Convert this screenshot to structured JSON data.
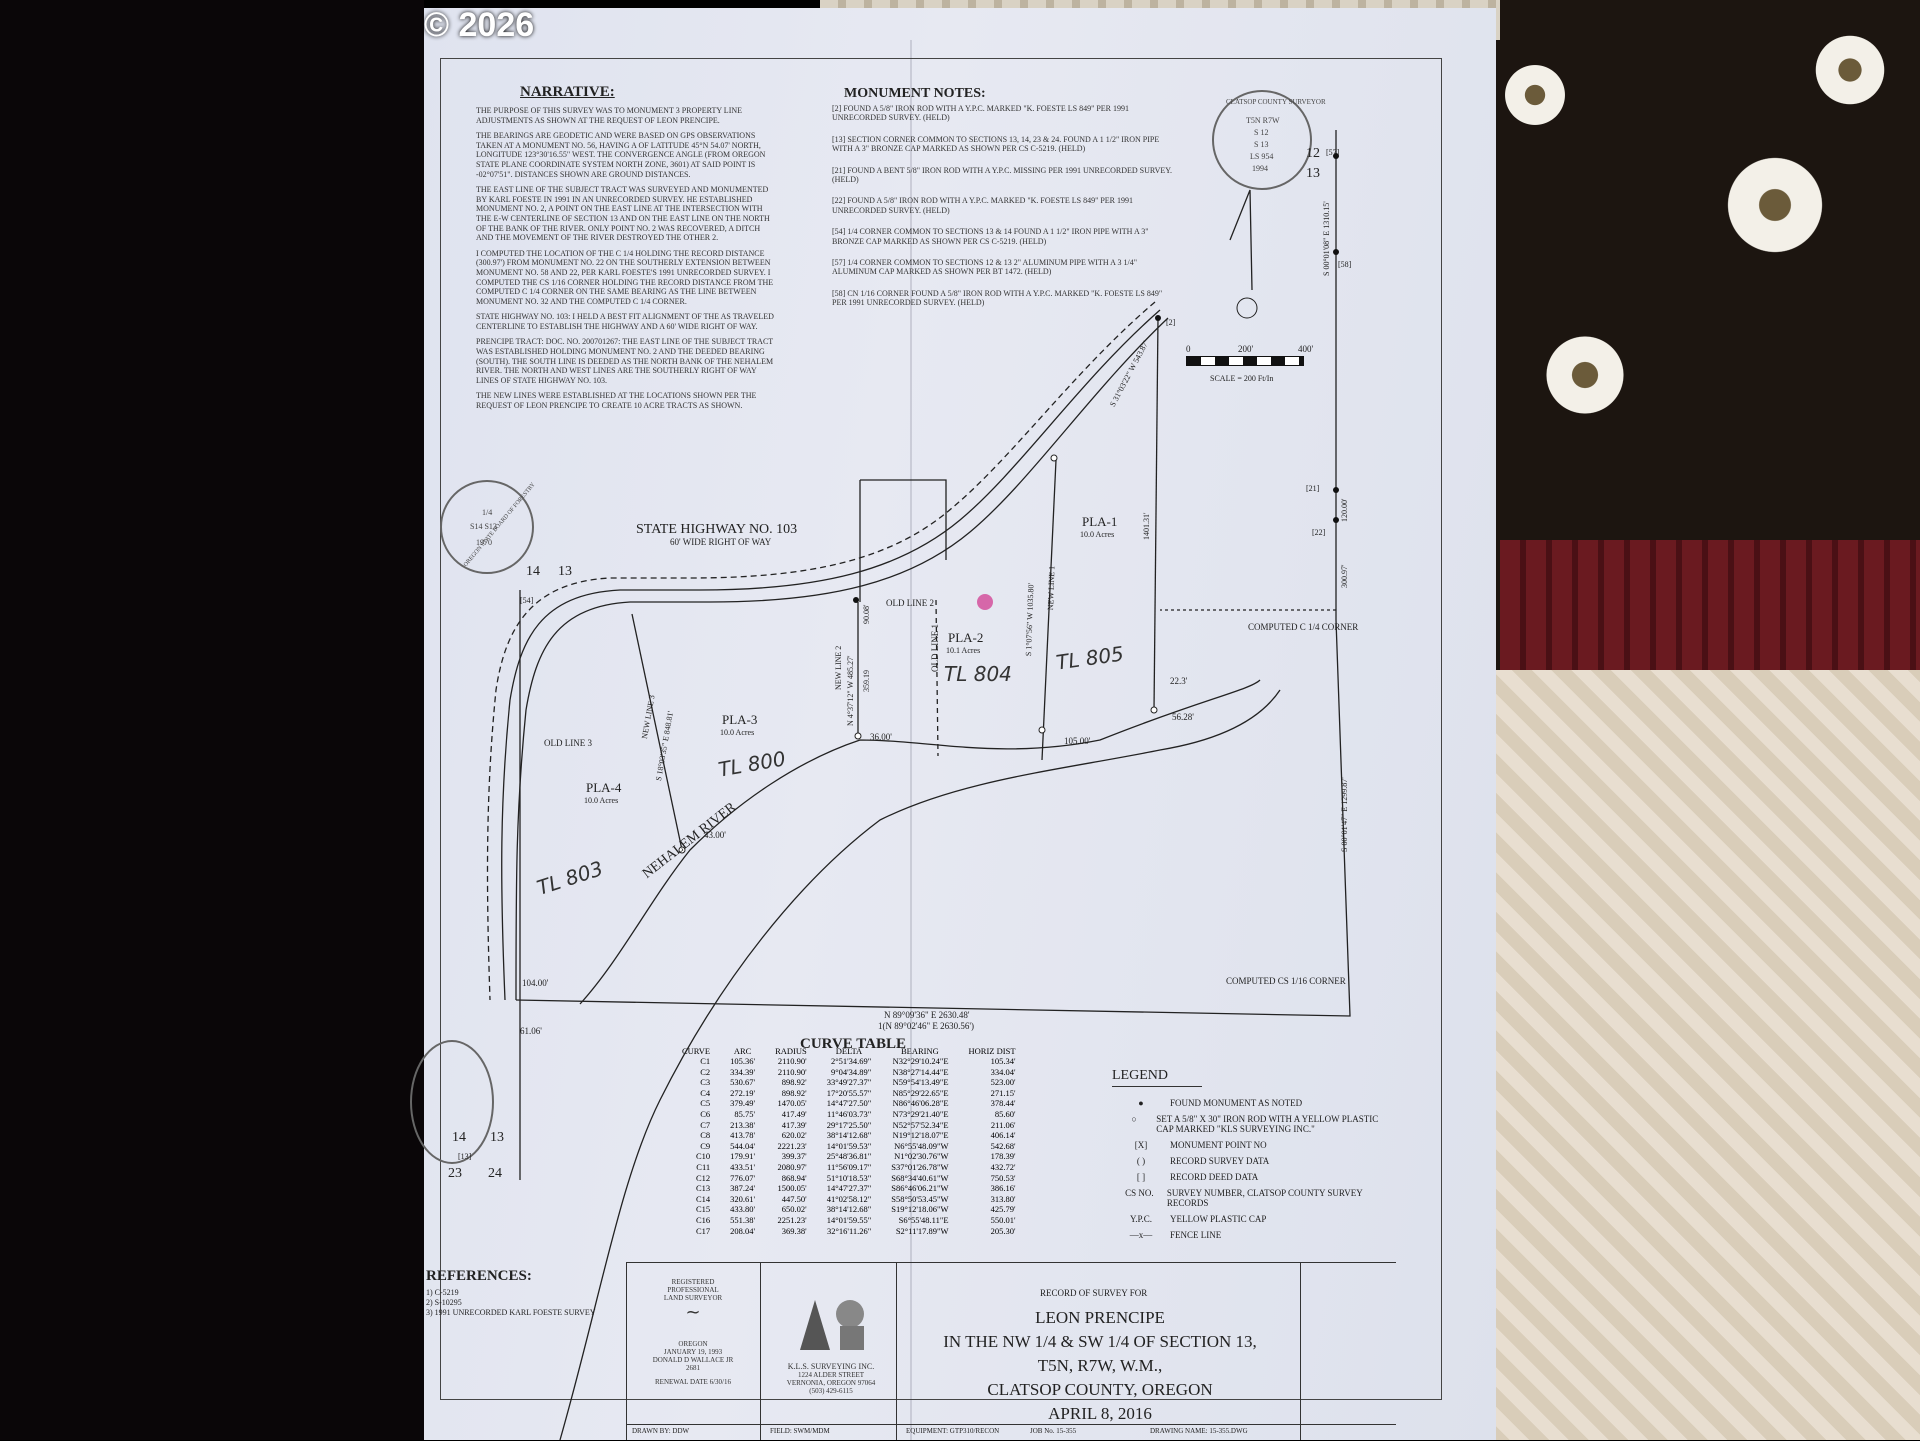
{
  "watermark": "© 2026",
  "narrative": {
    "title": "NARRATIVE:",
    "paragraphs": [
      "THE PURPOSE OF THIS SURVEY WAS TO MONUMENT 3 PROPERTY LINE ADJUSTMENTS AS SHOWN AT THE REQUEST OF LEON PRENCIPE.",
      "THE BEARINGS ARE GEODETIC AND WERE BASED ON GPS OBSERVATIONS TAKEN AT A MONUMENT NO. 56, HAVING A OF LATITUDE 45°N 54.07' NORTH, LONGITUDE 123°30'16.55\" WEST. THE CONVERGENCE ANGLE (FROM OREGON STATE PLANE COORDINATE SYSTEM NORTH ZONE, 3601) AT SAID POINT IS -02°07'51\". DISTANCES SHOWN ARE GROUND DISTANCES.",
      "THE EAST LINE OF THE SUBJECT TRACT WAS SURVEYED AND MONUMENTED BY KARL FOESTE IN 1991 IN AN UNRECORDED SURVEY. HE ESTABLISHED MONUMENT NO. 2, A POINT ON THE EAST LINE AT THE INTERSECTION WITH THE E-W CENTERLINE OF SECTION 13 AND ON THE EAST LINE ON THE NORTH OF THE BANK OF THE RIVER. ONLY POINT NO. 2 WAS RECOVERED, A DITCH AND THE MOVEMENT OF THE RIVER DESTROYED THE OTHER 2.",
      "I COMPUTED THE LOCATION OF THE C 1/4 HOLDING THE RECORD DISTANCE (300.97') FROM MONUMENT NO. 22 ON THE SOUTHERLY EXTENSION BETWEEN MONUMENT NO. 58 AND 22, PER KARL FOESTE'S 1991 UNRECORDED SURVEY. I COMPUTED THE CS 1/16 CORNER HOLDING THE RECORD DISTANCE FROM THE COMPUTED C 1/4 CORNER ON THE SAME BEARING AS THE LINE BETWEEN MONUMENT NO. 32 AND THE COMPUTED C 1/4 CORNER.",
      "STATE HIGHWAY NO. 103: I HELD A BEST FIT ALIGNMENT OF THE AS TRAVELED CENTERLINE TO ESTABLISH THE HIGHWAY AND A 60' WIDE RIGHT OF WAY.",
      "PRENCIPE TRACT: DOC. NO. 200701267: THE EAST LINE OF THE SUBJECT TRACT WAS ESTABLISHED HOLDING MONUMENT NO. 2 AND THE DEEDED BEARING (SOUTH). THE SOUTH LINE IS DEEDED AS THE NORTH BANK OF THE NEHALEM RIVER. THE NORTH AND WEST LINES ARE THE SOUTHERLY RIGHT OF WAY LINES OF STATE HIGHWAY NO. 103.",
      "THE NEW LINES WERE ESTABLISHED AT THE LOCATIONS SHOWN PER THE REQUEST OF LEON PRENCIPE TO CREATE 10 ACRE TRACTS AS SHOWN."
    ]
  },
  "monument_notes": {
    "title": "MONUMENT NOTES:",
    "items": [
      "[2] FOUND A 5/8\" IRON ROD WITH A Y.P.C. MARKED \"K. FOESTE LS 849\" PER 1991 UNRECORDED SURVEY. (HELD)",
      "[13] SECTION CORNER COMMON TO SECTIONS 13, 14, 23 & 24. FOUND A 1 1/2\" IRON PIPE WITH A 3\" BRONZE CAP MARKED AS SHOWN PER CS C-5219. (HELD)",
      "[21] FOUND A BENT 5/8\" IRON ROD WITH A Y.P.C. MISSING PER 1991 UNRECORDED SURVEY. (HELD)",
      "[22] FOUND A 5/8\" IRON ROD WITH A Y.P.C. MARKED \"K. FOESTE LS 849\" PER 1991 UNRECORDED SURVEY. (HELD)",
      "[54] 1/4 CORNER COMMON TO SECTIONS 13 & 14 FOUND A 1 1/2\" IRON PIPE WITH A 3\" BRONZE CAP MARKED AS SHOWN PER CS C-5219. (HELD)",
      "[57] 1/4 CORNER COMMON TO SECTIONS 12 & 13 2\" ALUMINUM PIPE WITH A 3 1/4\" ALUMINUM CAP MARKED AS SHOWN PER BT 1472. (HELD)",
      "[58] CN 1/16 CORNER FOUND A 5/8\" IRON ROD WITH A Y.P.C. MARKED \"K. FOESTE LS 849\" PER 1991 UNRECORDED SURVEY. (HELD)"
    ]
  },
  "map": {
    "highway_title": "STATE HIGHWAY NO. 103",
    "highway_sub": "60' WIDE RIGHT OF WAY",
    "river": "NEHALEM RIVER",
    "parcels": [
      {
        "name": "PLA-1",
        "acres": "10.0 Acres"
      },
      {
        "name": "PLA-2",
        "acres": "10.1 Acres"
      },
      {
        "name": "PLA-3",
        "acres": "10.0 Acres"
      },
      {
        "name": "PLA-4",
        "acres": "10.0 Acres"
      }
    ],
    "handwritten": [
      "TL 805",
      "TL 804",
      "TL 800",
      "TL 803"
    ],
    "labels": {
      "old_line_1": "OLD LINE 1",
      "old_line_2": "OLD LINE 2",
      "old_line_3": "OLD LINE 3",
      "new_line_1": "NEW LINE 1",
      "new_line_2": "NEW LINE 2",
      "new_line_3": "NEW LINE 3",
      "computed_c14": "COMPUTED C 1/4 CORNER",
      "computed_cs116": "COMPUTED CS 1/16 CORNER",
      "bottom_bearing": "N 89°09'36\" E 2630.48'",
      "bottom_bearing_record": "1(N 89°02'46\" E 2630.56')",
      "dist_36": "36.00'",
      "dist_105": "105.00'",
      "dist_56": "56.28'",
      "dist_22": "22.3'",
      "dist_43": "43.00'",
      "dist_104": "104.00'",
      "dist_61": "61.06'",
      "dist_90": "90.08'",
      "dist_359": "359.19",
      "dist_120": "120.00'",
      "dist_300": "300.97'",
      "dist_1401": "1401.31'",
      "new_line_1_bearing": "S 1°07'56\" W 1035.80'",
      "new_line_2_bearing": "N 4°37'12\" W 485.27'",
      "new_line_3_bearing": "S 18°03'35\" E 848.81'",
      "east_bearing_1": "S 00°01'08\" E 1310.15'",
      "east_bearing_2": "S 00°01'47\" E 1299.87'",
      "north_bearing": "S 31°03'22\" W 543.87'",
      "corner_12": "12",
      "corner_13a": "13",
      "corner_14": "14",
      "corner_13b": "13",
      "corner_14b": "14",
      "corner_13c": "13",
      "corner_23": "23",
      "corner_24": "24",
      "mon_57": "[57]",
      "mon_58": "[58]",
      "mon_21": "[21]",
      "mon_22": "[22]",
      "mon_2": "[2]",
      "mon_54": "[54]",
      "mon_13": "[13]"
    },
    "scale": {
      "zero": "0",
      "mid": "200'",
      "end": "400'",
      "label": "SCALE = 200 Ft/In"
    }
  },
  "seals": {
    "clatsop": {
      "ring": "CLATSOP COUNTY SURVEYOR",
      "lines": [
        "T5N R7W",
        "S 12",
        "S 13",
        "LS 954",
        "1994"
      ]
    },
    "oregon": {
      "ring": "OREGON STATE BOARD OF FORESTRY",
      "lines": [
        "1/4",
        "S14 S13",
        "1970"
      ]
    }
  },
  "curve_table": {
    "title": "CURVE TABLE",
    "headers": [
      "CURVE",
      "ARC",
      "RADIUS",
      "DELTA",
      "BEARING",
      "HORIZ DIST"
    ],
    "rows": [
      [
        "C1",
        "105.36'",
        "2110.90'",
        "2°51'34.69\"",
        "N32°29'10.24\"E",
        "105.34'"
      ],
      [
        "C2",
        "334.39'",
        "2110.90'",
        "9°04'34.89\"",
        "N38°27'14.44\"E",
        "334.04'"
      ],
      [
        "C3",
        "530.67'",
        "898.92'",
        "33°49'27.37\"",
        "N59°54'13.49\"E",
        "523.00'"
      ],
      [
        "C4",
        "272.19'",
        "898.92'",
        "17°20'55.57\"",
        "N85°29'22.65\"E",
        "271.15'"
      ],
      [
        "C5",
        "379.49'",
        "1470.05'",
        "14°47'27.50\"",
        "N86°46'06.28\"E",
        "378.44'"
      ],
      [
        "C6",
        "85.75'",
        "417.49'",
        "11°46'03.73\"",
        "N73°29'21.40\"E",
        "85.60'"
      ],
      [
        "C7",
        "213.38'",
        "417.39'",
        "29°17'25.50\"",
        "N52°57'52.34\"E",
        "211.06'"
      ],
      [
        "C8",
        "413.78'",
        "620.02'",
        "38°14'12.68\"",
        "N19°12'18.07\"E",
        "406.14'"
      ],
      [
        "C9",
        "544.04'",
        "2221.23'",
        "14°01'59.53\"",
        "N6°55'48.09\"W",
        "542.68'"
      ],
      [
        "C10",
        "179.91'",
        "399.37'",
        "25°48'36.81\"",
        "N1°02'30.76\"W",
        "178.39'"
      ],
      [
        "C11",
        "433.51'",
        "2080.97'",
        "11°56'09.17\"",
        "S37°01'26.78\"W",
        "432.72'"
      ],
      [
        "C12",
        "776.07'",
        "868.94'",
        "51°10'18.53\"",
        "S68°34'40.61\"W",
        "750.53'"
      ],
      [
        "C13",
        "387.24'",
        "1500.05'",
        "14°47'27.37\"",
        "S86°46'06.21\"W",
        "386.16'"
      ],
      [
        "C14",
        "320.61'",
        "447.50'",
        "41°02'58.12\"",
        "S58°50'53.45\"W",
        "313.80'"
      ],
      [
        "C15",
        "433.80'",
        "650.02'",
        "38°14'12.68\"",
        "S19°12'18.06\"W",
        "425.79'"
      ],
      [
        "C16",
        "551.38'",
        "2251.23'",
        "14°01'59.55\"",
        "S6°55'48.11\"E",
        "550.01'"
      ],
      [
        "C17",
        "208.04'",
        "369.38'",
        "32°16'11.26\"",
        "S2°11'17.89\"W",
        "205.30'"
      ]
    ]
  },
  "legend": {
    "title": "LEGEND",
    "items": [
      {
        "symbol": "●",
        "text": "FOUND MONUMENT AS NOTED"
      },
      {
        "symbol": "○",
        "text": "SET A 5/8\" X 30\" IRON ROD WITH A YELLOW PLASTIC CAP MARKED \"KLS SURVEYING INC.\""
      },
      {
        "symbol": "[X]",
        "text": "MONUMENT POINT NO"
      },
      {
        "symbol": "( )",
        "text": "RECORD SURVEY DATA"
      },
      {
        "symbol": "[ ]",
        "text": "RECORD DEED DATA"
      },
      {
        "symbol": "CS NO.",
        "text": "SURVEY NUMBER, CLATSOP COUNTY SURVEY RECORDS"
      },
      {
        "symbol": "Y.P.C.",
        "text": "YELLOW PLASTIC CAP"
      },
      {
        "symbol": "—x—",
        "text": "FENCE LINE"
      }
    ]
  },
  "references": {
    "title": "REFERENCES:",
    "items": [
      "1) C-5219",
      "2) S-10295",
      "3) 1991 UNRECORDED KARL FOESTE SURVEY"
    ]
  },
  "title_block": {
    "record_of": "RECORD OF SURVEY FOR",
    "lines": [
      "LEON PRENCIPE",
      "IN THE NW 1/4 & SW 1/4 OF SECTION 13,",
      "T5N, R7W, W.M.,",
      "CLATSOP COUNTY, OREGON",
      "APRIL 8, 2016"
    ],
    "stamp_lines": [
      "REGISTERED",
      "PROFESSIONAL",
      "LAND SURVEYOR",
      "OREGON",
      "JANUARY 19, 1993",
      "DONALD D WALLACE JR",
      "2681",
      "RENEWAL DATE 6/30/16"
    ],
    "company": [
      "K.L.S. SURVEYING INC.",
      "1224 ALDER STREET",
      "VERNONIA, OREGON 97064",
      "(503) 429-6115"
    ],
    "footer": [
      "DRAWN BY: DDW",
      "FIELD: SWM/MDM",
      "EQUIPMENT: GTP310/RECON",
      "JOB No. 15-355",
      "DRAWING NAME: 15-355.DWG"
    ]
  }
}
